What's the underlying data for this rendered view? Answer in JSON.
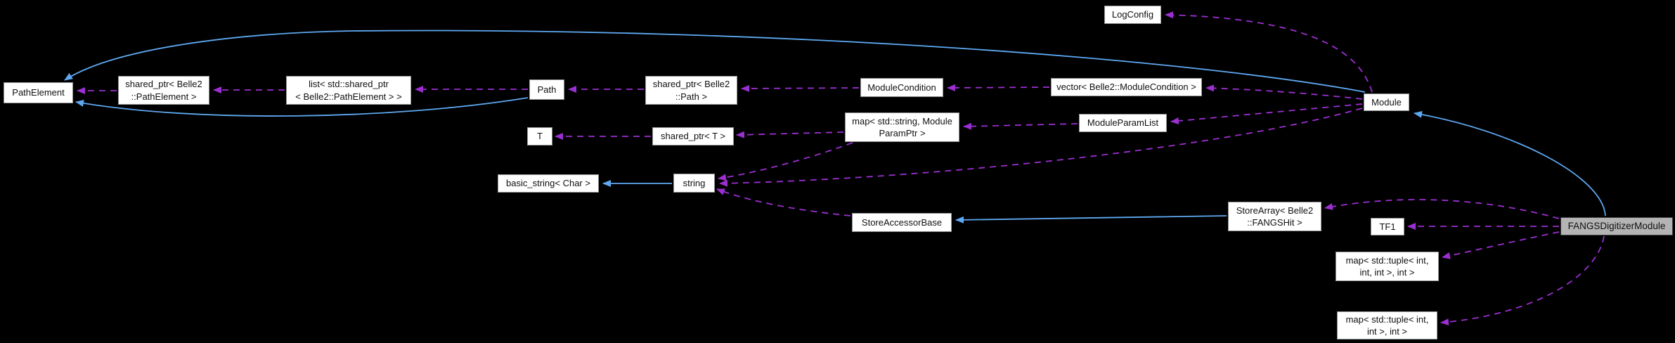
{
  "diagram": {
    "type": "collaboration-graph",
    "background": "#000000",
    "colors": {
      "inheritance_edge": "#5ea9f2",
      "usage_edge": "#9c2fd2",
      "node_fill": "#ffffff",
      "node_border": "#929292",
      "node_text": "#101010",
      "highlight_fill": "#b4b4b4",
      "highlight_border": "#404040"
    },
    "nodes": {
      "pathelement": {
        "label": "PathElement"
      },
      "sp_pathelement": {
        "label": "shared_ptr< Belle2\n::PathElement >"
      },
      "list_sp": {
        "label": "list< std::shared_ptr\n< Belle2::PathElement > >"
      },
      "path": {
        "label": "Path"
      },
      "sp_path": {
        "label": "shared_ptr< Belle2\n::Path >"
      },
      "modulecondition": {
        "label": "ModuleCondition"
      },
      "vector_mc": {
        "label": "vector< Belle2::ModuleCondition >"
      },
      "t": {
        "label": "T"
      },
      "sp_t": {
        "label": "shared_ptr< T >"
      },
      "map_param": {
        "label": "map< std::string, Module\nParamPtr >"
      },
      "moduleparamlist": {
        "label": "ModuleParamList"
      },
      "basic_string": {
        "label": "basic_string< Char >"
      },
      "string": {
        "label": "string"
      },
      "storeaccessorbase": {
        "label": "StoreAccessorBase"
      },
      "storearray": {
        "label": "StoreArray< Belle2\n::FANGSHit >"
      },
      "logconfig": {
        "label": "LogConfig"
      },
      "module": {
        "label": "Module"
      },
      "tf1": {
        "label": "TF1"
      },
      "map_tuple3": {
        "label": "map< std::tuple< int,\nint, int >, int >"
      },
      "map_tuple2": {
        "label": "map< std::tuple< int,\nint >, int >"
      },
      "fangs": {
        "label": "FANGSDigitizerModule"
      }
    },
    "edges": [
      {
        "from": "FANGSDigitizerModule",
        "to": "Module",
        "type": "inheritance"
      },
      {
        "from": "Module",
        "to": "PathElement",
        "type": "inheritance"
      },
      {
        "from": "Path",
        "to": "PathElement",
        "type": "inheritance"
      },
      {
        "from": "string",
        "to": "basic_string< Char >",
        "type": "inheritance"
      },
      {
        "from": "StoreArray< Belle2::FANGSHit >",
        "to": "StoreAccessorBase",
        "type": "inheritance"
      },
      {
        "from": "shared_ptr< Belle2::PathElement >",
        "to": "PathElement",
        "type": "usage"
      },
      {
        "from": "list< std::shared_ptr< Belle2::PathElement > >",
        "to": "shared_ptr< Belle2::PathElement >",
        "type": "usage"
      },
      {
        "from": "Path",
        "to": "list< std::shared_ptr< Belle2::PathElement > >",
        "type": "usage"
      },
      {
        "from": "shared_ptr< Belle2::Path >",
        "to": "Path",
        "type": "usage"
      },
      {
        "from": "ModuleCondition",
        "to": "shared_ptr< Belle2::Path >",
        "type": "usage"
      },
      {
        "from": "vector< Belle2::ModuleCondition >",
        "to": "ModuleCondition",
        "type": "usage"
      },
      {
        "from": "Module",
        "to": "vector< Belle2::ModuleCondition >",
        "type": "usage"
      },
      {
        "from": "Module",
        "to": "ModuleParamList",
        "type": "usage"
      },
      {
        "from": "Module",
        "to": "string",
        "type": "usage"
      },
      {
        "from": "Module",
        "to": "LogConfig",
        "type": "usage"
      },
      {
        "from": "ModuleParamList",
        "to": "map< std::string, ModuleParamPtr >",
        "type": "usage"
      },
      {
        "from": "map< std::string, ModuleParamPtr >",
        "to": "shared_ptr< T >",
        "type": "usage"
      },
      {
        "from": "shared_ptr< T >",
        "to": "T",
        "type": "usage"
      },
      {
        "from": "map< std::string, ModuleParamPtr >",
        "to": "string",
        "type": "usage"
      },
      {
        "from": "StoreAccessorBase",
        "to": "string",
        "type": "usage"
      },
      {
        "from": "FANGSDigitizerModule",
        "to": "StoreArray< Belle2::FANGSHit >",
        "type": "usage"
      },
      {
        "from": "FANGSDigitizerModule",
        "to": "TF1",
        "type": "usage"
      },
      {
        "from": "FANGSDigitizerModule",
        "to": "map< std::tuple< int, int, int >, int >",
        "type": "usage"
      },
      {
        "from": "FANGSDigitizerModule",
        "to": "map< std::tuple< int, int >, int >",
        "type": "usage"
      }
    ]
  }
}
